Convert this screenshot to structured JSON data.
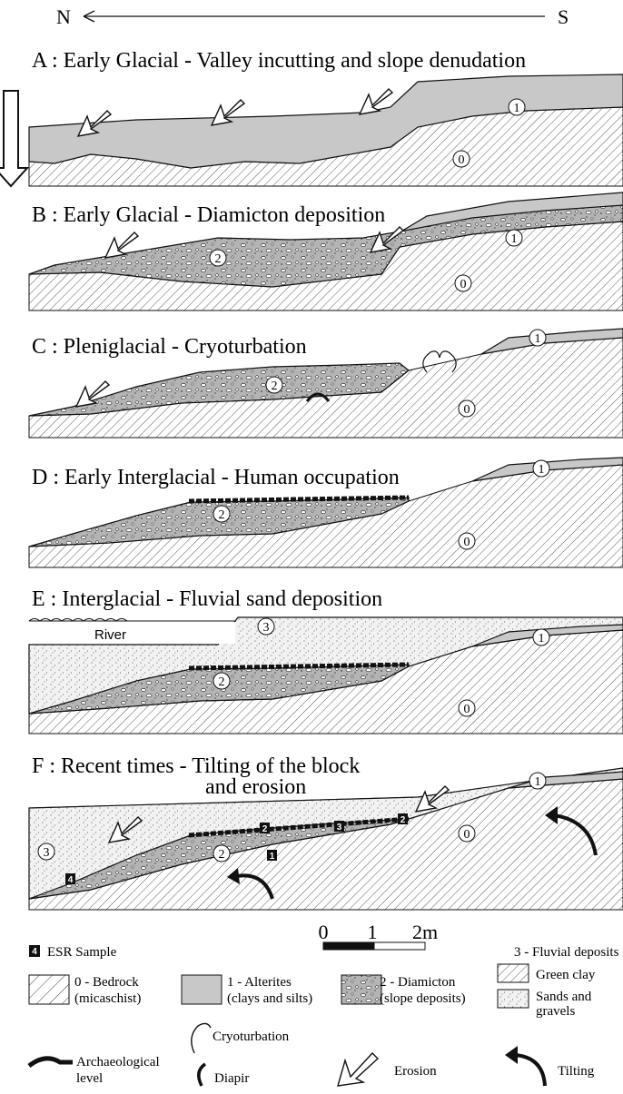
{
  "orientation": {
    "north": "N",
    "south": "S"
  },
  "panels": [
    {
      "letter": "A",
      "heading": "A : Early Glacial - Valley incutting and slope denudation"
    },
    {
      "letter": "B",
      "heading": "B : Early Glacial - Diamicton deposition"
    },
    {
      "letter": "C",
      "heading": "C : Pleniglacial - Cryoturbation"
    },
    {
      "letter": "D",
      "heading": "D : Early Interglacial - Human occupation"
    },
    {
      "letter": "E",
      "heading": "E : Interglacial - Fluvial sand deposition",
      "river_label": "River"
    },
    {
      "letter": "F",
      "heading_line1": "F : Recent times - Tilting of the block",
      "heading_line2": "and erosion"
    }
  ],
  "unit_markers": {
    "bedrock": "0",
    "alterites": "1",
    "diamicton": "2",
    "fluvial": "3"
  },
  "esr_samples": [
    "1",
    "2",
    "3",
    "2",
    "4"
  ],
  "scale_bar": {
    "labels": [
      "0",
      "1",
      "2m"
    ]
  },
  "legend": {
    "esr_marker": "4",
    "esr": "ESR Sample",
    "bedrock_l1": "0 - Bedrock",
    "bedrock_l2": "(micaschist)",
    "alterites_l1": "1 - Alterites",
    "alterites_l2": "(clays and silts)",
    "diamicton_l1": "2 - Diamicton",
    "diamicton_l2": "(slope deposits)",
    "fluvial_title": "3 - Fluvial deposits",
    "green_clay": "Green clay",
    "sands_l1": "Sands and",
    "sands_l2": "gravels",
    "cryoturbation": "Cryoturbation",
    "diapir": "Diapir",
    "arch_l1": "Archaeological",
    "arch_l2": "level",
    "erosion": "Erosion",
    "tilting": "Tilting"
  },
  "colors": {
    "alterites": "#c8c8c8",
    "diamicton": "#b4b4b4",
    "ink": "#111111",
    "sand": "#f2f2f2"
  }
}
